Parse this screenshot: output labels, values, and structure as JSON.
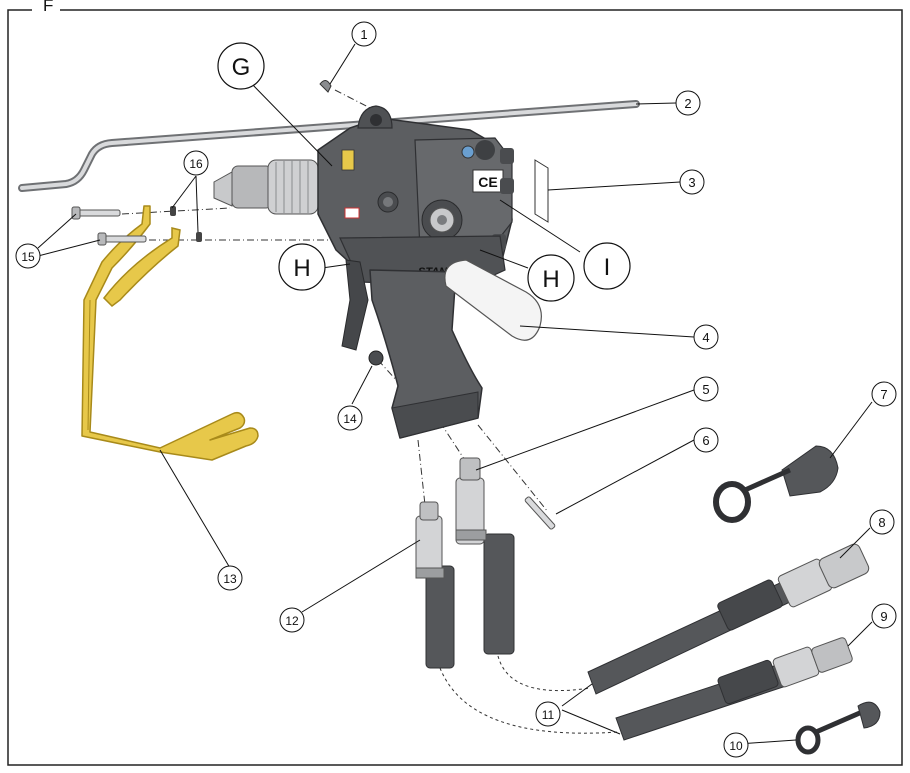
{
  "figure": {
    "label": "F",
    "callouts": [
      "1",
      "2",
      "3",
      "4",
      "5",
      "6",
      "7",
      "8",
      "9",
      "10",
      "11",
      "12",
      "13",
      "14",
      "15",
      "16"
    ],
    "letters": {
      "g": "G",
      "h": "H",
      "i": "I"
    },
    "tool_markings": {
      "ce": "CE",
      "brand": "STAN"
    }
  },
  "colors": {
    "tool_body": "#5c5e61",
    "tool_dark": "#3e4043",
    "tool_light": "#8a8c8f",
    "steel": "#c8c9cb",
    "bracket_yellow": "#e7c84a",
    "bracket_edge": "#a88a1a",
    "hose": "#55575a",
    "line": "#222222"
  }
}
